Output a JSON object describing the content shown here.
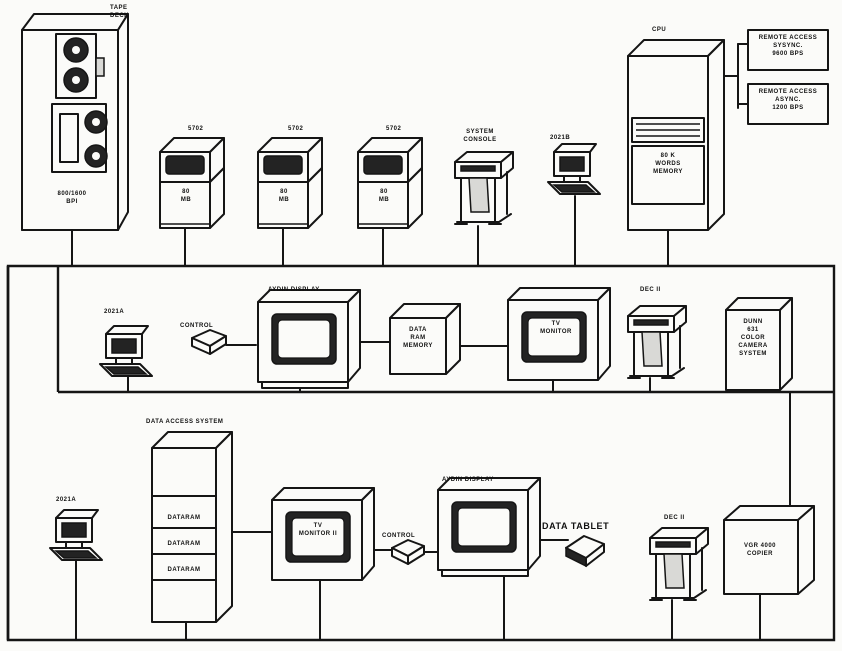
{
  "labels": {
    "tape_deck": "TAPE\nDECK",
    "tape_bpi": "800/1600\nBPI",
    "disk_1_model": "5702",
    "disk_2_model": "5702",
    "disk_3_model": "5702",
    "disk_1_cap": "80\nMB",
    "disk_2_cap": "80\nMB",
    "disk_3_cap": "80\nMB",
    "system_console": "SYSTEM\nCONSOLE",
    "terminal_top": "2021B",
    "cpu": "CPU",
    "cpu_memory": "80 K\nWORDS\nMEMORY",
    "remote_sync": "REMOTE ACCESS\nSYSYNC.\n9600 BPS",
    "remote_async": "REMOTE ACCESS\nASYNC.\n1200 BPS",
    "terminal_mid": "2021A",
    "control_mid": "CONTROL",
    "aydin_display_mid": "AYDIN DISPLAY",
    "data_ram_memory": "DATA\nRAM\nMEMORY",
    "tv_monitor_mid": "TV\nMONITOR",
    "dec_ii_mid": "DEC II",
    "dunn_camera": "DUNN\n631\nCOLOR\nCAMERA\nSYSTEM",
    "data_access_system": "DATA ACCESS SYSTEM",
    "dataram_1": "DATARAM",
    "dataram_2": "DATARAM",
    "dataram_3": "DATARAM",
    "terminal_low": "2021A",
    "tv_monitor_low": "TV\nMONITOR II",
    "control_low": "CONTROL",
    "aydin_display_low": "AYDIN DISPLAY",
    "data_tablet": "DATA TABLET",
    "dec_ii_low": "DEC II",
    "copier": "VGR 4000\nCOPIER"
  }
}
